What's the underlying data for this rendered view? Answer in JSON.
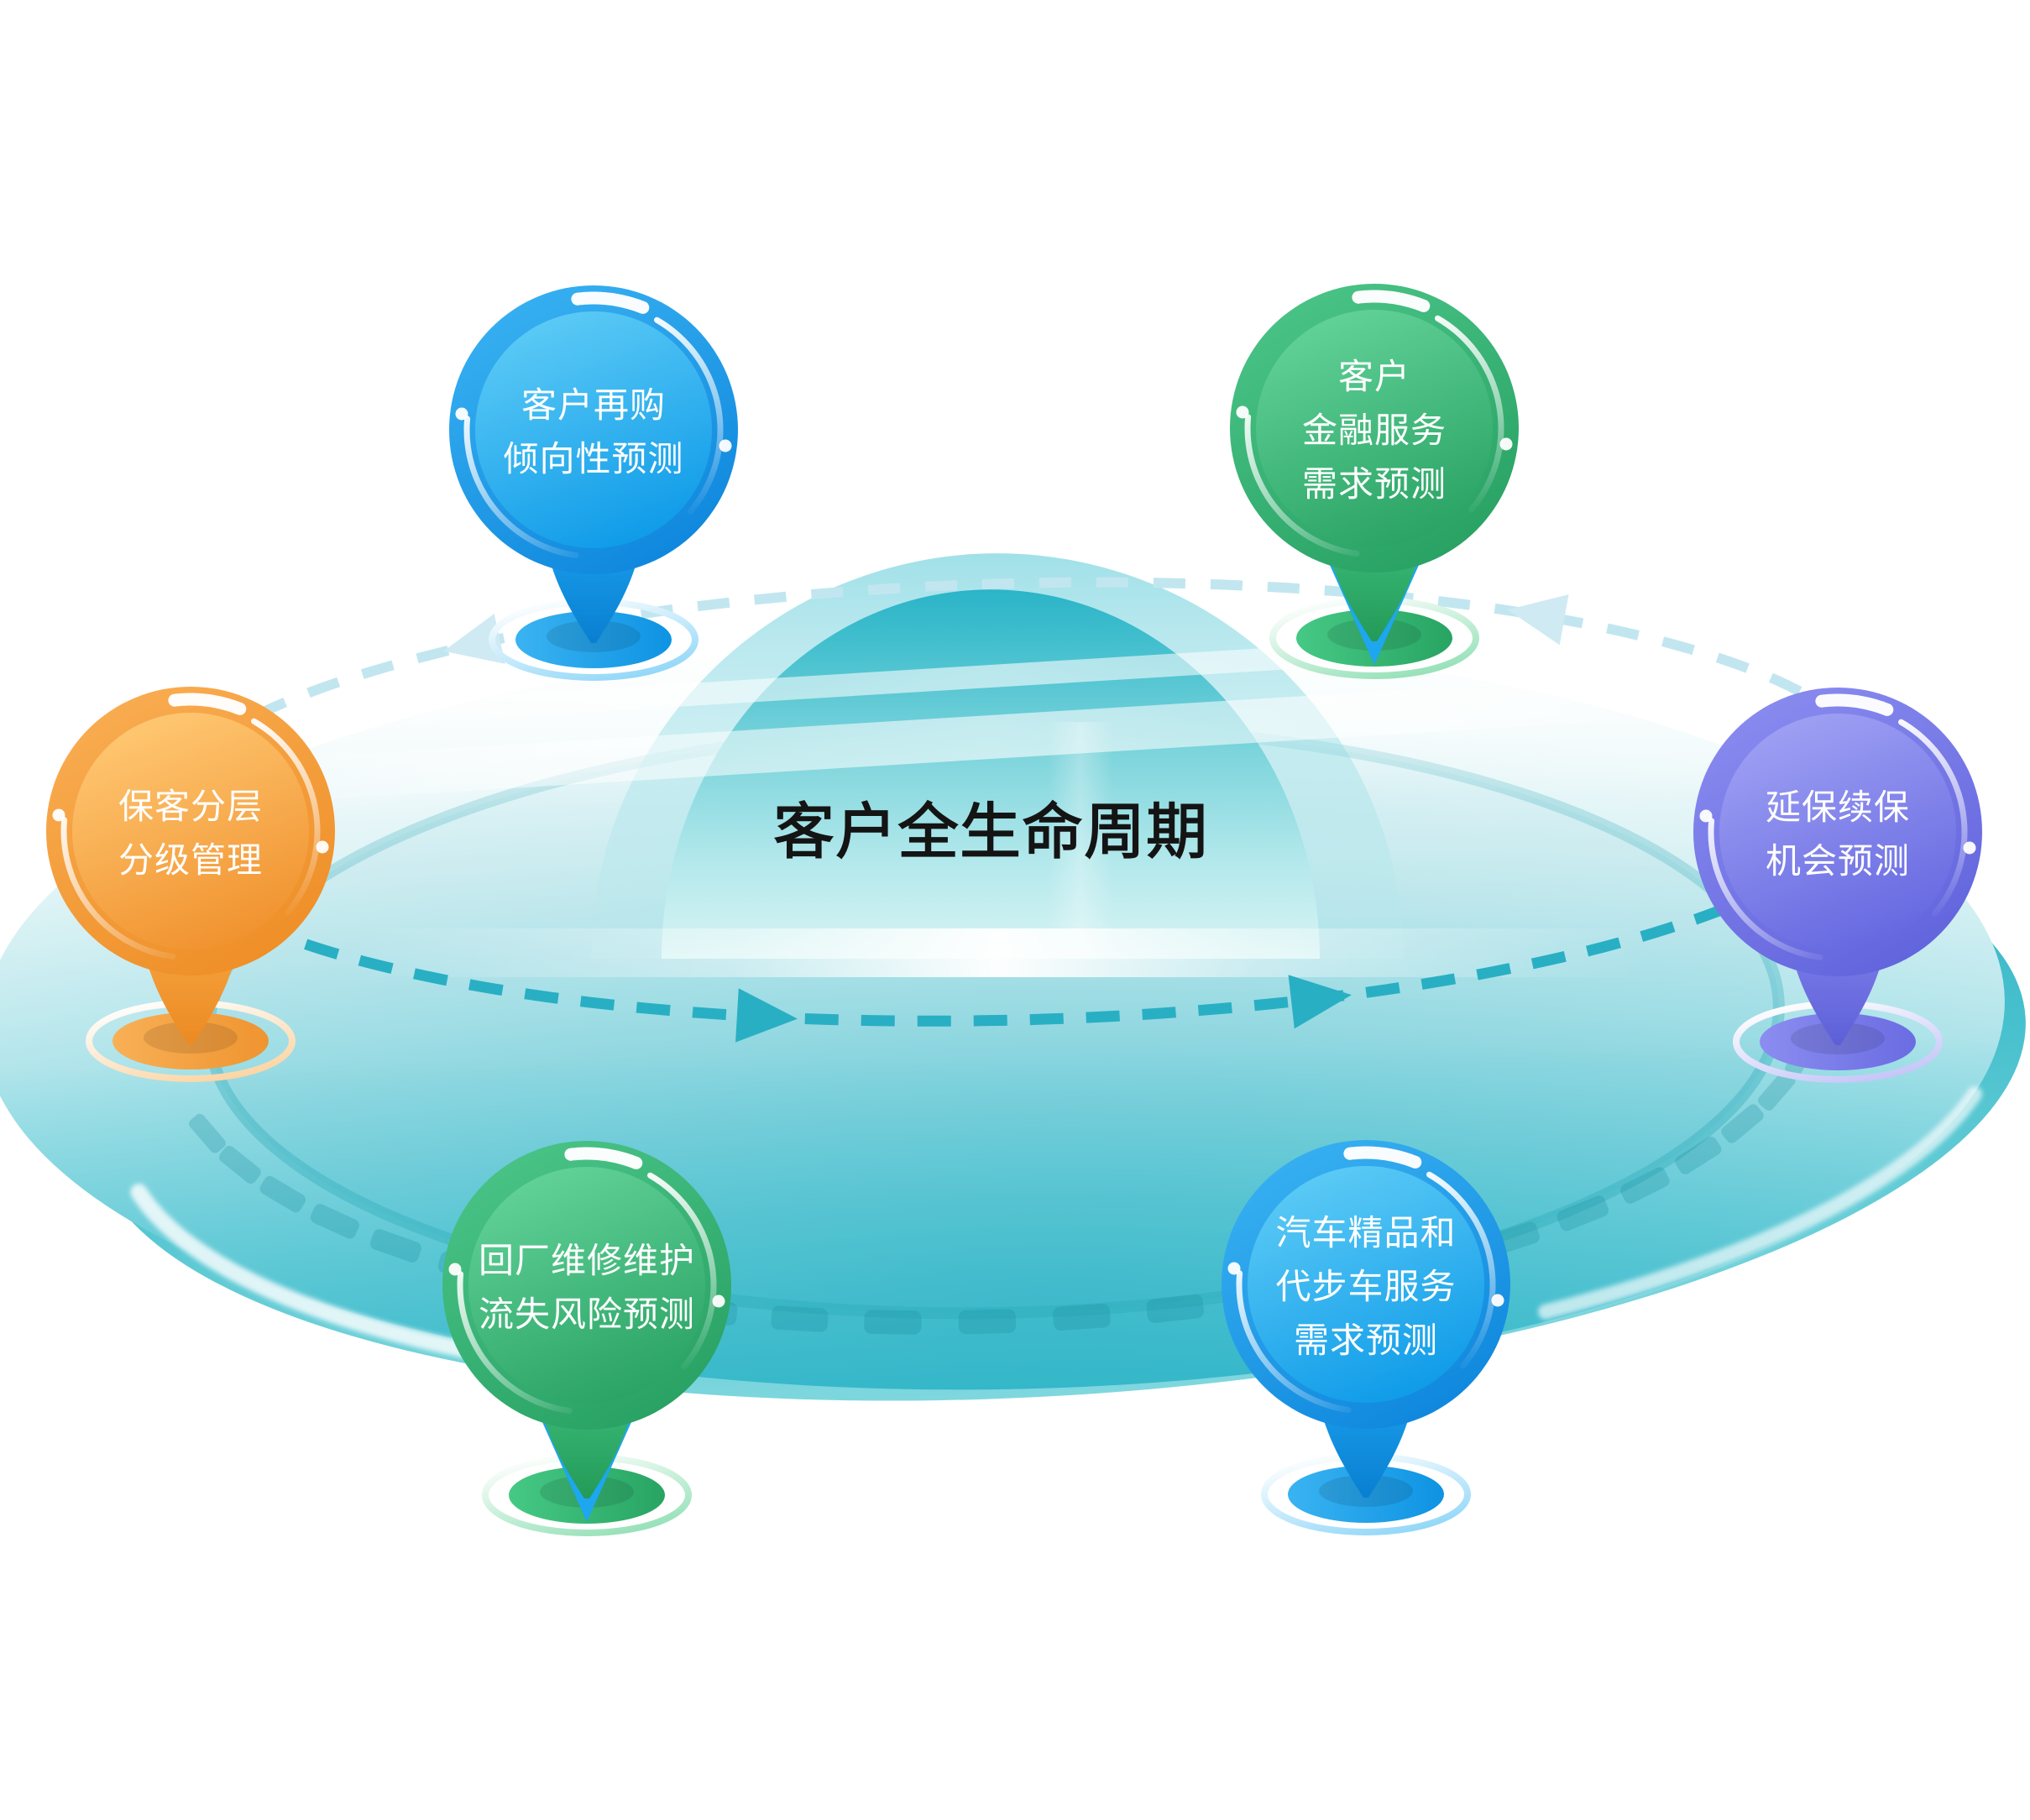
{
  "title": "客户全生命周期",
  "center": {
    "label": "客户全生命周期",
    "shape": "dome-on-disc"
  },
  "pins": [
    {
      "id": "repurchase",
      "position": "top-left",
      "color": "#1697e9",
      "label": "客户再购倾向性预测",
      "lines": [
        "客户再购",
        "倾向性预测"
      ]
    },
    {
      "id": "finance",
      "position": "top-right",
      "color": "#36b572",
      "label": "客户金融服务需求预测",
      "lines": [
        "客户",
        "金融服务",
        "需求预测"
      ]
    },
    {
      "id": "retention",
      "position": "left",
      "color": "#f59f3c",
      "label": "保客分层分级管理",
      "lines": [
        "保客分层",
        "分级管理"
      ]
    },
    {
      "id": "warranty",
      "position": "right",
      "color": "#7678ea",
      "label": "延保续保机会预测",
      "lines": [
        "延保续保",
        "机会预测"
      ]
    },
    {
      "id": "churn",
      "position": "bottom-left",
      "color": "#36b572",
      "label": "回厂维修维护流失风险预测",
      "lines": [
        "回厂维修维护",
        "流失风险预测"
      ]
    },
    {
      "id": "accessory",
      "position": "bottom-right",
      "color": "#189aec",
      "label": "汽车精品和代步车服务需求预测",
      "lines": [
        "汽车精品和",
        "代步车服务",
        "需求预测"
      ]
    }
  ],
  "flow": {
    "style": "dashed-ellipse",
    "front_color": "#2eb4c7",
    "back_color": "#c3e6ef",
    "arrows": 4,
    "direction": "clockwise"
  },
  "colors": {
    "disc": "#4cc3ce",
    "dome": "#2cb6c9",
    "background": "#ffffff",
    "title_text": "#141414",
    "pin_text": "#ffffff"
  }
}
